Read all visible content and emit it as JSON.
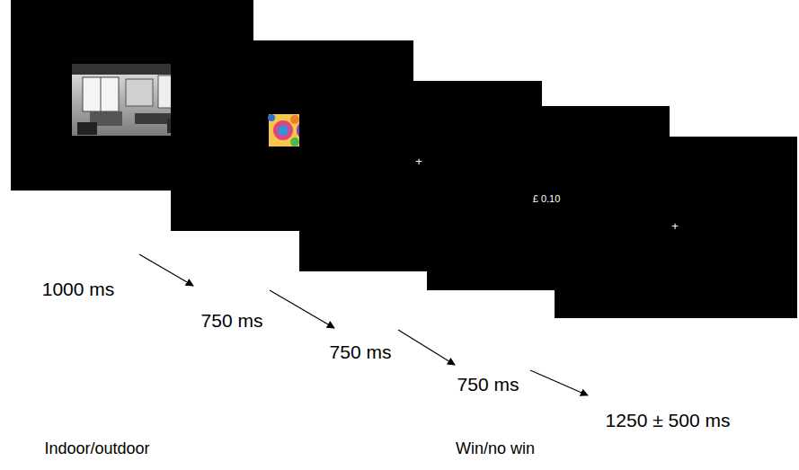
{
  "diagram": {
    "labels": [
      "+",
      "£ 0.10",
      "+",
      "1000 ms",
      "750 ms",
      "750 ms",
      "750 ms",
      "1250 ± 500 ms",
      "Indoor/outdoor",
      "Win/no win"
    ]
  }
}
